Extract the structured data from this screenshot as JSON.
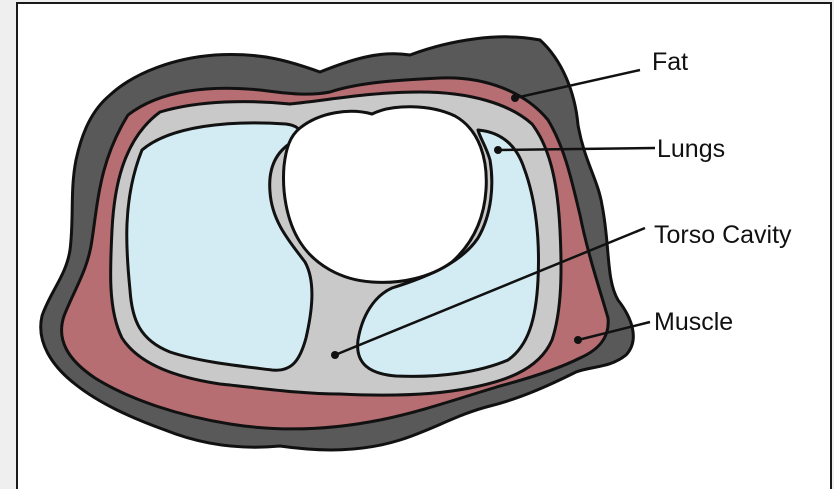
{
  "labels": {
    "fat": "Fat",
    "lungs": "Lungs",
    "torso_cavity": "Torso Cavity",
    "muscle": "Muscle"
  },
  "colors": {
    "background": "#efefef",
    "panel": "#ffffff",
    "fat": "#595959",
    "muscle": "#b66e72",
    "torso_cavity": "#c9c9c9",
    "lungs": "#d3ecf4",
    "heart_space": "#ffffff",
    "outline": "#111111"
  }
}
